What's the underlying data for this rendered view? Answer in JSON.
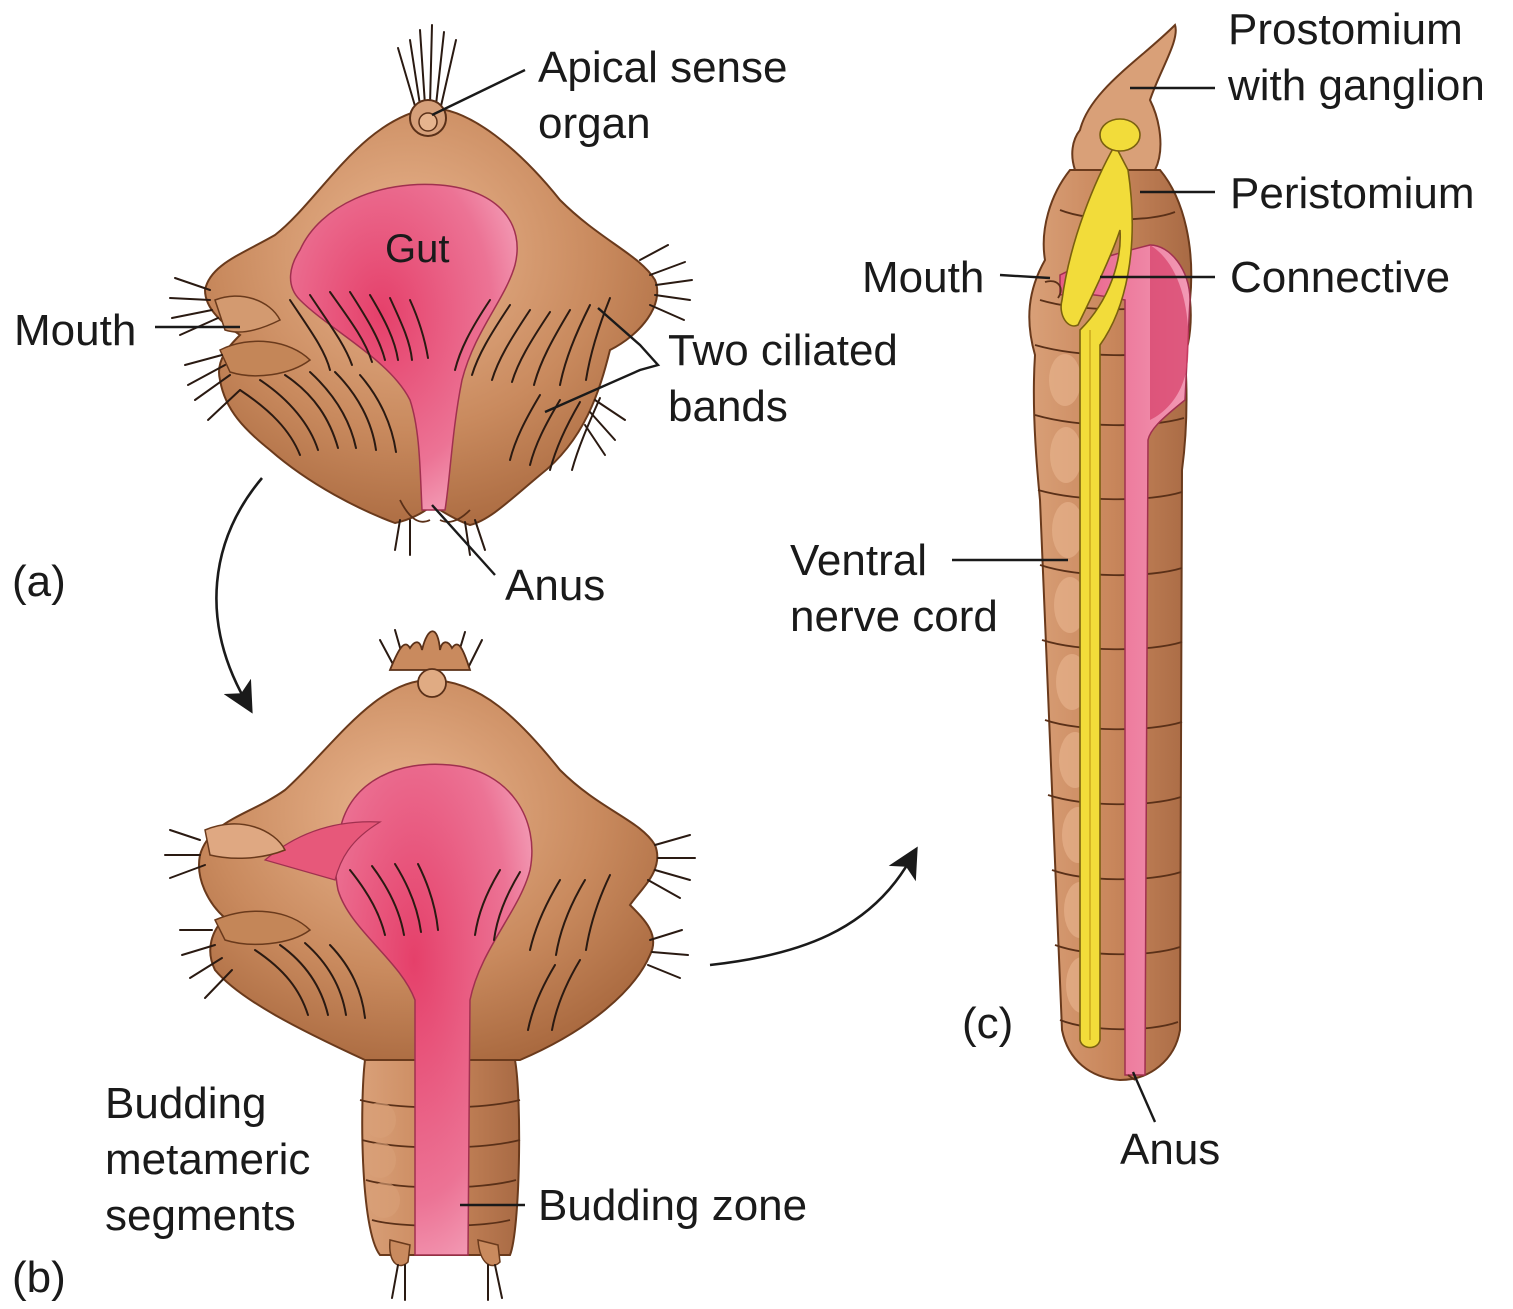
{
  "figure": {
    "panels": [
      {
        "id": "a",
        "label": "(a)"
      },
      {
        "id": "b",
        "label": "(b)"
      },
      {
        "id": "c",
        "label": "(c)"
      }
    ],
    "labels": {
      "apical_sense_organ": [
        "Apical sense",
        "organ"
      ],
      "gut": "Gut",
      "mouth_a": "Mouth",
      "two_ciliated_bands": [
        "Two ciliated",
        "bands"
      ],
      "anus_a": "Anus",
      "budding_metameric_segments": [
        "Budding",
        "metameric",
        "segments"
      ],
      "budding_zone": "Budding zone",
      "prostomium_with_ganglion": [
        "Prostomium",
        "with ganglion"
      ],
      "peristomium": "Peristomium",
      "mouth_c": "Mouth",
      "connective": "Connective",
      "ventral_nerve_cord": [
        "Ventral",
        "nerve cord"
      ],
      "anus_c": "Anus"
    },
    "colors": {
      "body": "#c98a5e",
      "body_light": "#e7b48d",
      "gut": "#e7587a",
      "gut_light": "#f4a3bb",
      "nerve": "#f2dc3a",
      "outline": "#5a3018"
    }
  }
}
